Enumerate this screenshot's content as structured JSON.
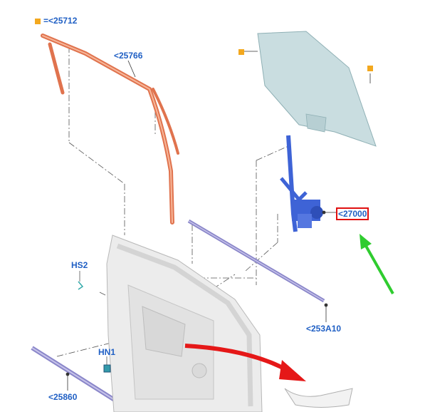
{
  "legend": {
    "equals": "=",
    "part": "<25712"
  },
  "callouts": {
    "roof_rail_moulding": "<25766",
    "window_regulator": "<27000",
    "hs2": "HS2",
    "belt_moulding": "<253A10",
    "hn1": "HN1",
    "lower_seal": "<25860"
  },
  "colors": {
    "label_blue": "#1f5fc4",
    "highlight_red": "#e01010",
    "marker_orange": "#f3a81e",
    "frame_orange": "#e0734e",
    "glass_blue": "#c9dde0",
    "regulator_blue": "#3e63d6",
    "moulding_purple": "#8a86c9",
    "arrow_red": "#e51818",
    "arrow_green": "#2fcc2f",
    "door_grey": "#e7e7e7"
  },
  "icons": [
    "marker-square",
    "red-arrow",
    "green-arrow"
  ]
}
